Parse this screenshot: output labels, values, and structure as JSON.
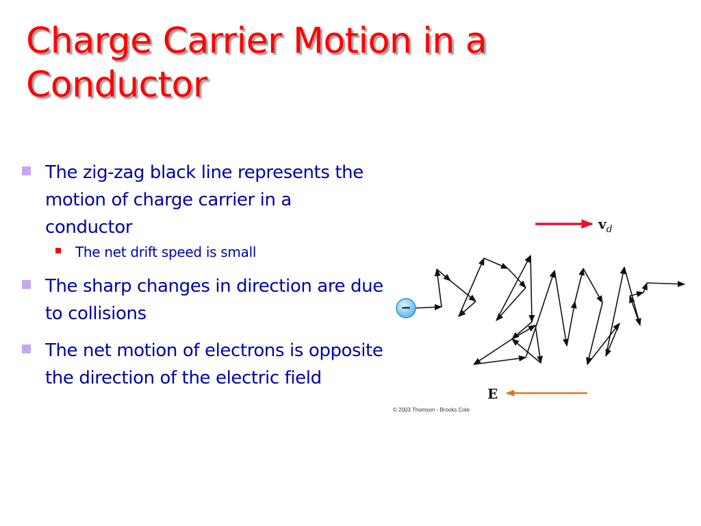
{
  "slide": {
    "title": "Charge Carrier Motion in a Conductor"
  },
  "bullets": [
    {
      "text": "The zig-zag black line represents the motion of charge carrier in a conductor",
      "sub": [
        {
          "text": "The net drift speed is small"
        }
      ]
    },
    {
      "text": "The sharp changes in direction are due to collisions"
    },
    {
      "text": "The net motion of electrons is opposite the direction of the electric field"
    }
  ],
  "figure": {
    "drift_velocity_label": "v",
    "drift_velocity_subscript": "d",
    "field_label": "E",
    "electron_sign": "−",
    "copyright": "© 2003 Thomson - Brooks Cole"
  },
  "colors": {
    "title": "#ff0000",
    "body_text": "#0000aa",
    "bullet_marker": "#c6a7ef",
    "sub_bullet_marker": "#ff0000",
    "drift_arrow": "#e8102e",
    "field_arrow": "#d97a1e",
    "electron": "#58b8f0"
  }
}
